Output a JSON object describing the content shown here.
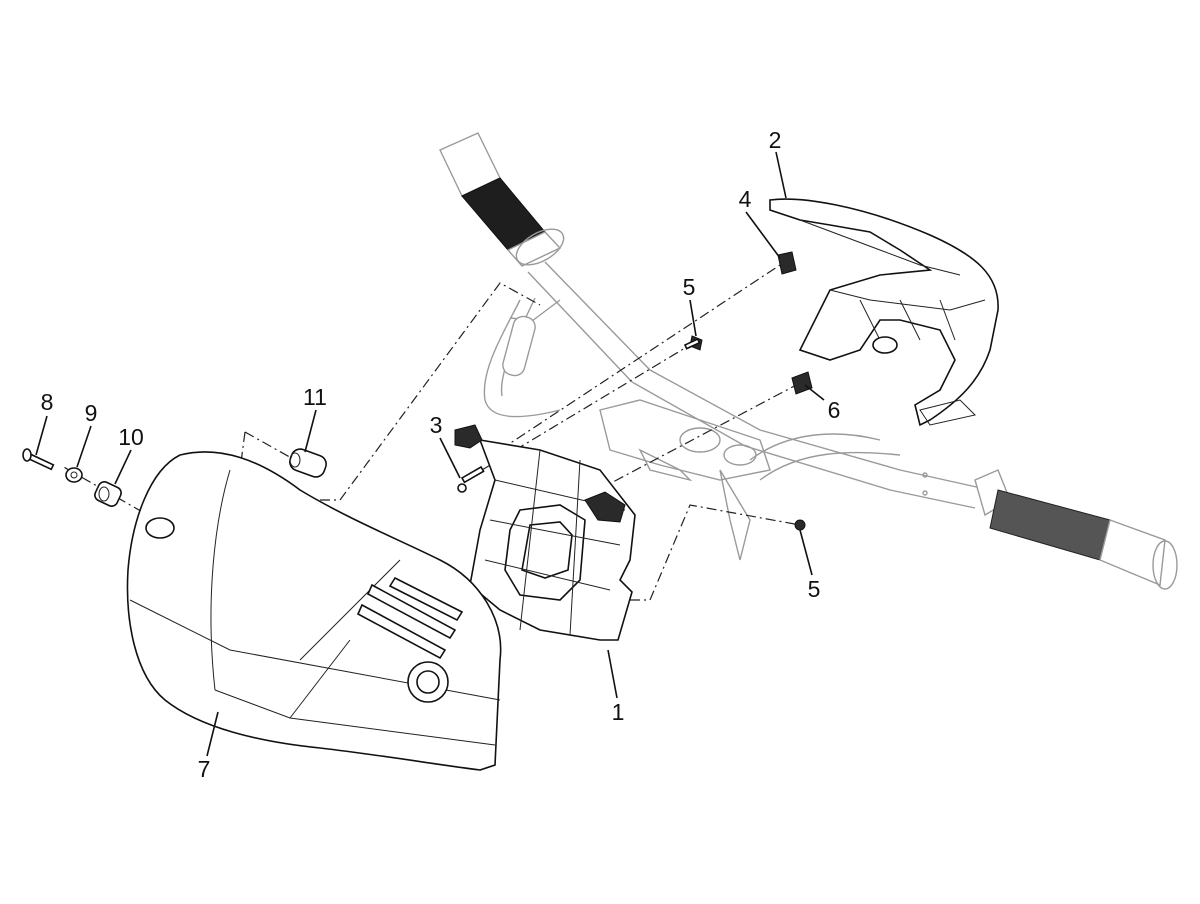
{
  "diagram": {
    "callouts": [
      {
        "id": "1",
        "label": "1"
      },
      {
        "id": "2",
        "label": "2"
      },
      {
        "id": "3",
        "label": "3"
      },
      {
        "id": "4",
        "label": "4"
      },
      {
        "id": "5a",
        "label": "5"
      },
      {
        "id": "5b",
        "label": "5"
      },
      {
        "id": "6",
        "label": "6"
      },
      {
        "id": "7",
        "label": "7"
      },
      {
        "id": "8",
        "label": "8"
      },
      {
        "id": "9",
        "label": "9"
      },
      {
        "id": "10",
        "label": "10"
      },
      {
        "id": "11",
        "label": "11"
      }
    ]
  }
}
